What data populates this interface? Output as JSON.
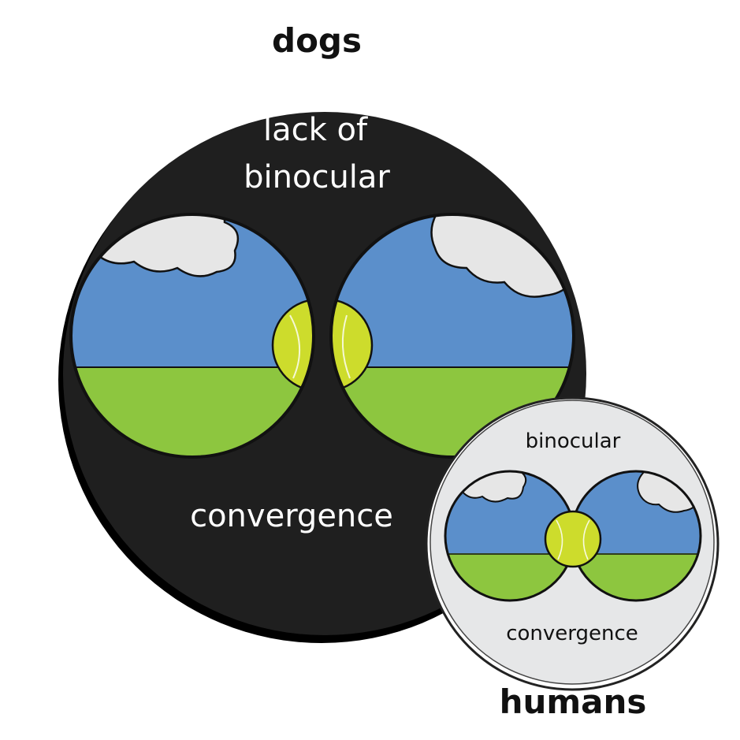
{
  "dogs": {
    "title": "dogs",
    "top_text_line1": "lack of",
    "top_text_line2": "binocular",
    "bottom_text": "convergence"
  },
  "humans": {
    "title": "humans",
    "top_text": "binocular",
    "bottom_text": "convergence"
  },
  "colors": {
    "dogs_disc": "#1f1f1f",
    "humans_disc": "#e6e7e8",
    "sky": "#5b8fcb",
    "grass": "#8dc63f",
    "ball": "#cddc2c",
    "cloud": "#e6e6e6",
    "outline": "#111111"
  }
}
